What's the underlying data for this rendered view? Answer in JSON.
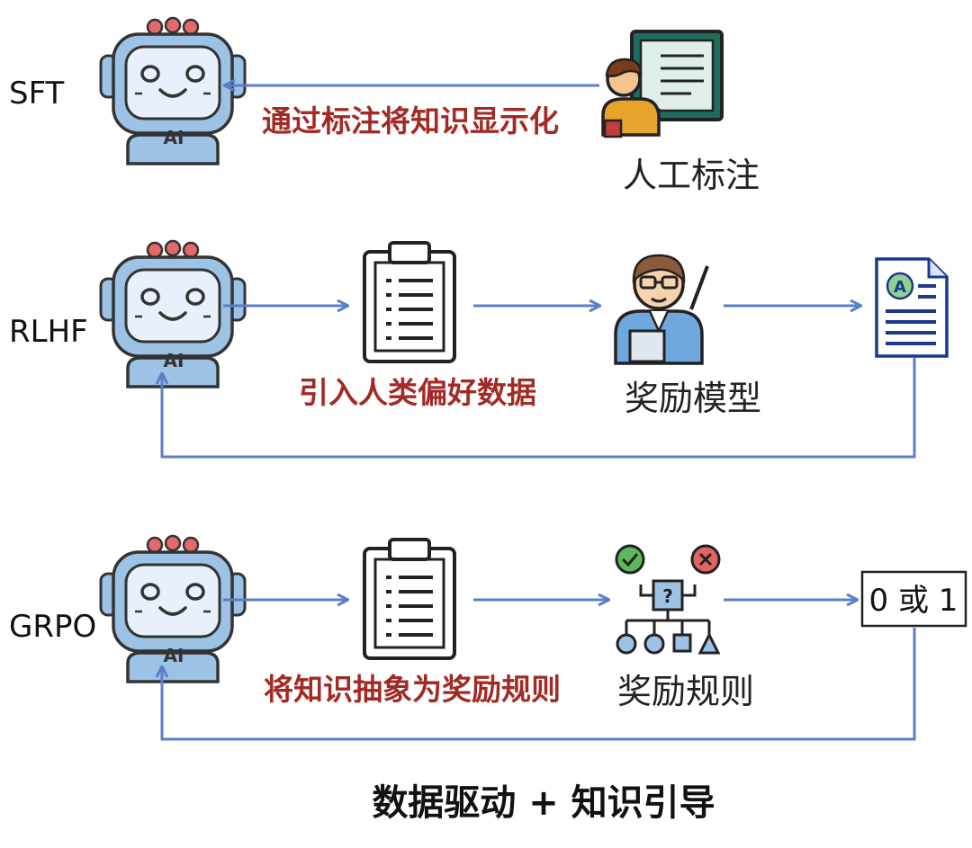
{
  "rows": {
    "sft": {
      "name": "SFT",
      "arrow_label": "通过标注将知识显示化",
      "source_label": "人工标注"
    },
    "rlhf": {
      "name": "RLHF",
      "arrow_label": "引入人类偏好数据",
      "model_label": "奖励模型"
    },
    "grpo": {
      "name": "GRPO",
      "arrow_label": "将知识抽象为奖励规则",
      "rule_label": "奖励规则",
      "output_label": "0 或 1"
    }
  },
  "robot_badge": "AI",
  "document_badge": "A",
  "rule_node_mark": "?",
  "footer": "数据驱动 + 知识引导",
  "colors": {
    "arrow": "#5b7fc6",
    "highlight_text": "#a32a24",
    "robot_face": "#9cc3e6",
    "robot_screen": "#e8f1fb",
    "check": "#5cb85c",
    "cross": "#e06666"
  },
  "icons": [
    "robot-icon",
    "teacher-icon",
    "clipboard-icon",
    "reward-person-icon",
    "document-icon",
    "decision-tree-icon"
  ]
}
